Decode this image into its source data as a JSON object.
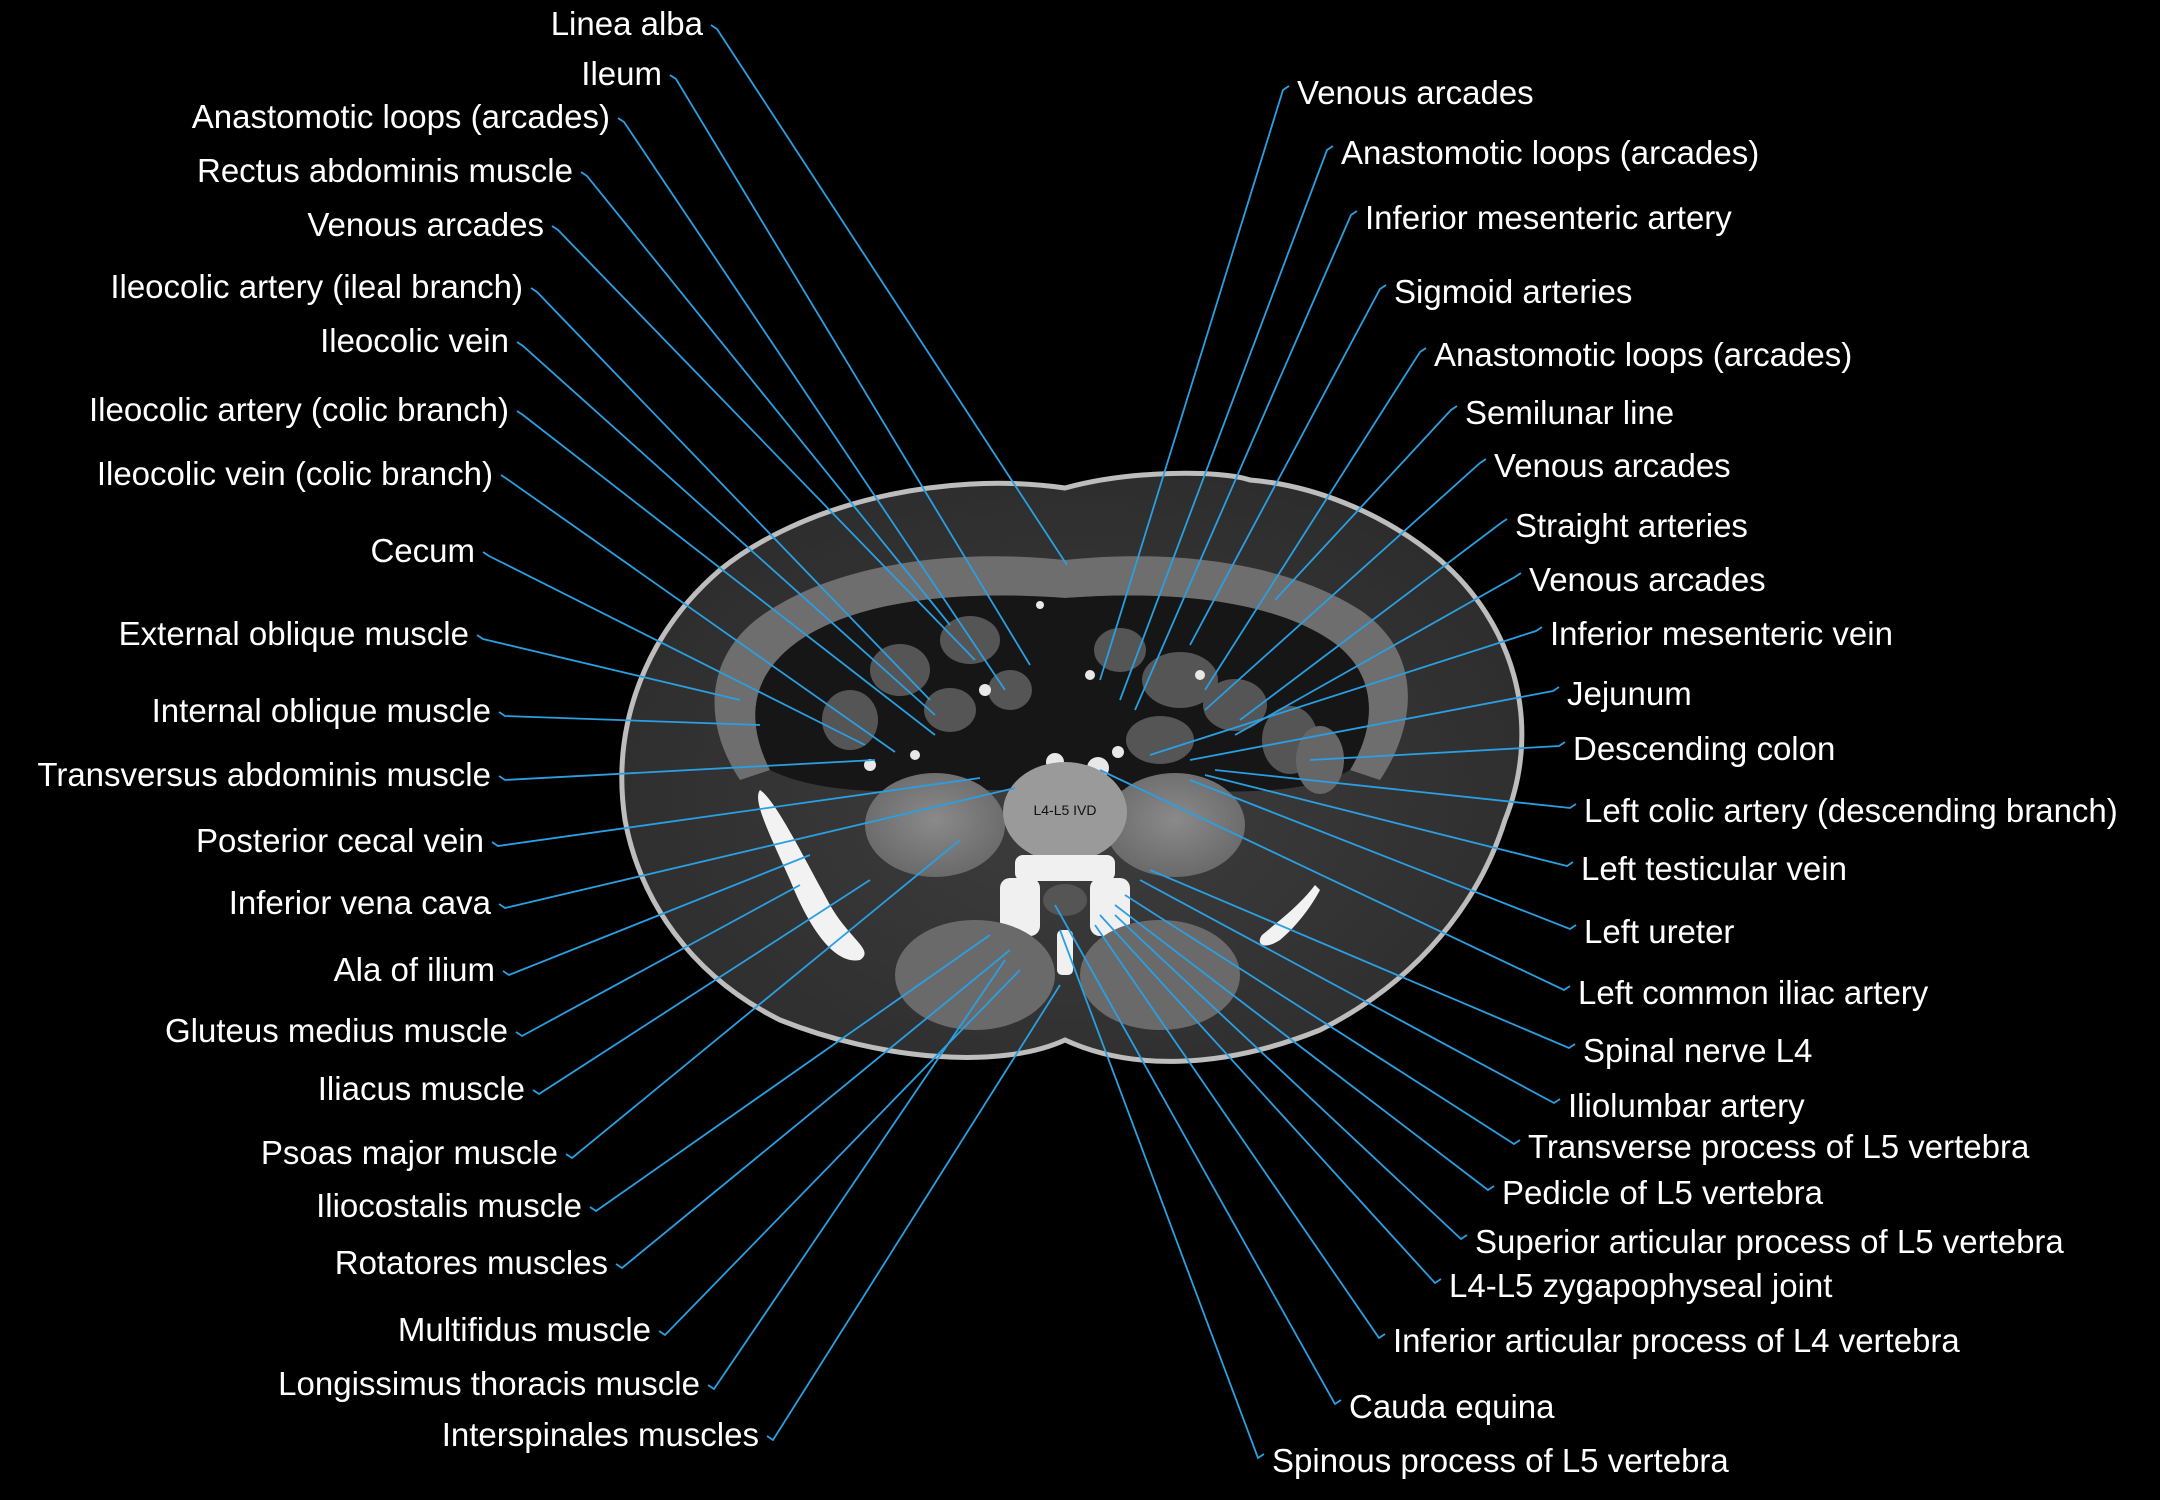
{
  "image": {
    "level_label": "L4-L5 IVD",
    "leader_color": "#2a9fe2",
    "text_color": "#ffffff",
    "background": "#000000"
  },
  "labels_left": [
    "Linea alba",
    "Ileum",
    "Anastomotic loops (arcades)",
    "Rectus abdominis muscle",
    "Venous arcades",
    "Ileocolic  artery (ileal  branch)",
    "Ileocolic vein",
    "Ileocolic  artery (colic  branch)",
    "Ileocolic  vein (colic  branch)",
    "Cecum",
    "External oblique muscle",
    "Internal oblique muscle",
    "Transversus abdominis muscle",
    "Posterior cecal vein",
    "Inferior vena cava",
    "Ala of ilium",
    "Gluteus medius muscle",
    "Iliacus muscle",
    "Psoas major muscle",
    "Iliocostalis muscle",
    "Rotatores muscles",
    "Multifidus muscle",
    "Longissimus thoracis muscle",
    "Interspinales muscles"
  ],
  "labels_right": [
    "Venous arcades",
    "Anastomotic loops (arcades)",
    "Inferior mesenteric artery",
    "Sigmoid  arteries",
    "Anastomotic loops (arcades)",
    "Semilunar line",
    "Venous arcades",
    "Straight  arteries",
    "Venous arcades",
    "Inferior mesenteric vein",
    "Jejunum",
    "Descending colon",
    "Left colic  artery (descending branch)",
    "Left testicular vein",
    "Left ureter",
    "Left common iliac artery",
    "Spinal nerve L4",
    "Iliolumbar artery",
    "Transverse process of L5 vertebra",
    "Pedicle of L5 vertebra",
    "Superior articular process of L5 vertebra",
    "L4-L5 zygapophyseal joint",
    "Inferior articular process of L4 vertebra",
    "Cauda equina",
    "Spinous process of L5 vertebra"
  ]
}
